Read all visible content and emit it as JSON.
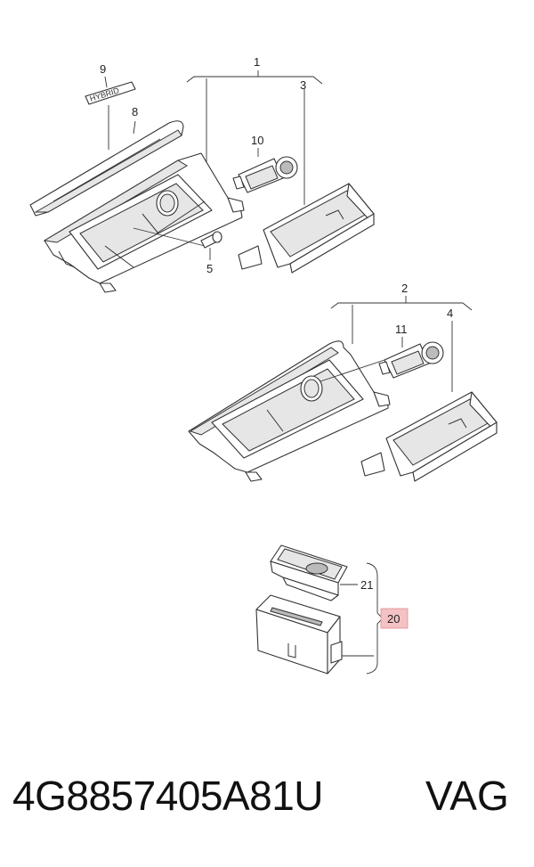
{
  "diagram": {
    "callouts": {
      "c1": "1",
      "c2": "2",
      "c3": "3",
      "c4": "4",
      "c5": "5",
      "c8": "8",
      "c9": "9",
      "c10": "10",
      "c11": "11",
      "c20": "20",
      "c21": "21"
    },
    "badge_text": "HYBRID",
    "highlight_color": "#f4c2c4"
  },
  "footer": {
    "part_number": "4G8857405A81U",
    "brand": "VAG"
  }
}
